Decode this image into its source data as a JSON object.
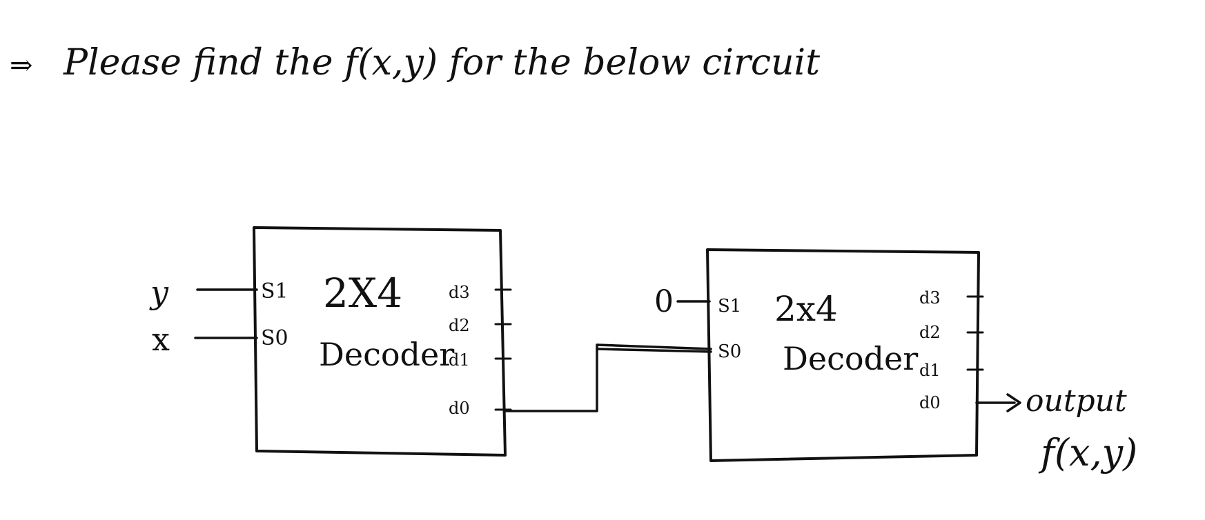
{
  "question": {
    "arrow_glyph": "⇒",
    "text": "Please find the f(x,y) for the below circuit"
  },
  "decoder_left": {
    "title": "2X4",
    "subtitle": "Decoder",
    "inputs": [
      {
        "pin": "S1",
        "signal": "y"
      },
      {
        "pin": "S0",
        "signal": "x"
      }
    ],
    "outputs": [
      "d3",
      "d2",
      "d1",
      "d0"
    ]
  },
  "decoder_right": {
    "title": "2x4",
    "subtitle": "Decoder",
    "inputs": [
      {
        "pin": "S1",
        "signal": "0"
      },
      {
        "pin": "S0",
        "signal": ""
      }
    ],
    "outputs": [
      "d3",
      "d2",
      "d1",
      "d0"
    ]
  },
  "output": {
    "label": "output",
    "function": "f(x,y)"
  }
}
